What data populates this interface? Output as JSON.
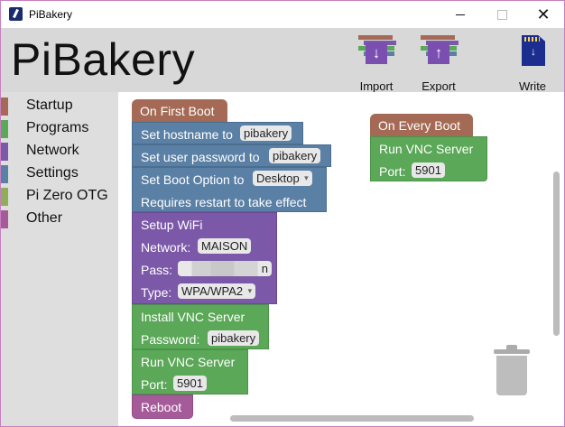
{
  "window": {
    "title": "PiBakery",
    "min_glyph": "",
    "close_glyph": "✕"
  },
  "header": {
    "logo": "PiBakery",
    "import_label": "Import",
    "export_label": "Export",
    "write_label": "Write",
    "import_arrow": "↓",
    "export_arrow": "↑",
    "write_arrow": "↓"
  },
  "sidebar": {
    "categories": [
      {
        "label": "Startup",
        "color": "#a56a55"
      },
      {
        "label": "Programs",
        "color": "#5ba858"
      },
      {
        "label": "Network",
        "color": "#7b58a8"
      },
      {
        "label": "Settings",
        "color": "#5b80a5"
      },
      {
        "label": "Pi Zero OTG",
        "color": "#8fae58"
      },
      {
        "label": "Other",
        "color": "#a55b99"
      }
    ]
  },
  "blocks": {
    "first_boot": {
      "hat": "On First Boot",
      "hostname_label": "Set hostname to",
      "hostname_value": "pibakery",
      "password_label": "Set user password to",
      "password_value": "pibakery",
      "boot_option_label": "Set Boot Option to",
      "boot_option_value": "Desktop",
      "restart_note": "Requires restart to take effect",
      "wifi_title": "Setup WiFi",
      "network_label": "Network:",
      "network_value": "MAISON",
      "pass_label": "Pass:",
      "pass_value_visible": "n",
      "type_label": "Type:",
      "type_value": "WPA/WPA2",
      "vnc_install_title": "Install VNC Server",
      "vnc_password_label": "Password:",
      "vnc_password_value": "pibakery",
      "run_vnc_title": "Run VNC Server",
      "port_label": "Port:",
      "port_value": "5901",
      "reboot": "Reboot"
    },
    "every_boot": {
      "hat": "On Every Boot",
      "run_vnc_title": "Run VNC Server",
      "port_label": "Port:",
      "port_value": "5901"
    }
  }
}
